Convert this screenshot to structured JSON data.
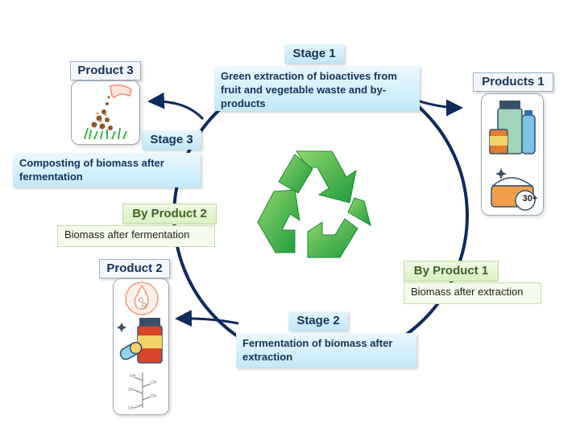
{
  "stage1": {
    "tag": "Stage 1",
    "text": "Green extraction of bioactives from fruit and vegetable waste and by-products"
  },
  "stage2": {
    "tag": "Stage 2",
    "text": "Fermentation of biomass after extraction"
  },
  "stage3": {
    "tag": "Stage 3",
    "text": "Composting of biomass after fermentation"
  },
  "products1": {
    "title": "Products 1",
    "badge_text": "30+"
  },
  "product2": {
    "title": "Product 2"
  },
  "product3": {
    "title": "Product 3"
  },
  "byproduct1": {
    "title": "By Product 1",
    "text": "Biomass after extraction"
  },
  "byproduct2": {
    "title": "By Product 2",
    "text": "Biomass after fermentation"
  },
  "colors": {
    "cycle": "#0f2a5c",
    "recycle_green": "#2fae3f",
    "stage_fill": "#c2e9f9",
    "byproduct_fill": "#d9efc0"
  },
  "icons": [
    "recycle-icon",
    "compost-hand-icon",
    "supplement-jars-icon",
    "cream-jar-icon",
    "drop-molecule-icon",
    "pill-bottle-icon",
    "molecule-structure-icon"
  ]
}
